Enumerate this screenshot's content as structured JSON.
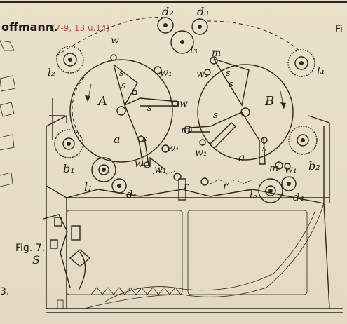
{
  "header": {
    "author_fragment": "offmann.",
    "figure_refs": "(7-9, 13 u.14)",
    "right_fragment": "Fi"
  },
  "captions": {
    "fig7": "Fig. 7.",
    "side_fragment": "3."
  },
  "labels": {
    "A": "A",
    "B": "B",
    "d2": "d₂",
    "d3": "d₃",
    "l3": "l₃",
    "l2": "l₂",
    "l4": "l₄",
    "b1": "b₁",
    "b2": "b₂",
    "l1": "l₁",
    "d1": "d₁",
    "l5": "l₅",
    "d4": "d₄",
    "s": "s",
    "w": "w",
    "w1": "w₁",
    "m": "m",
    "m1": "m₁",
    "a": "a",
    "r": "r",
    "S": "S"
  },
  "colors": {
    "ink": "#2b2620",
    "paper": "#e8dfc8",
    "accent": "#b2563e"
  }
}
